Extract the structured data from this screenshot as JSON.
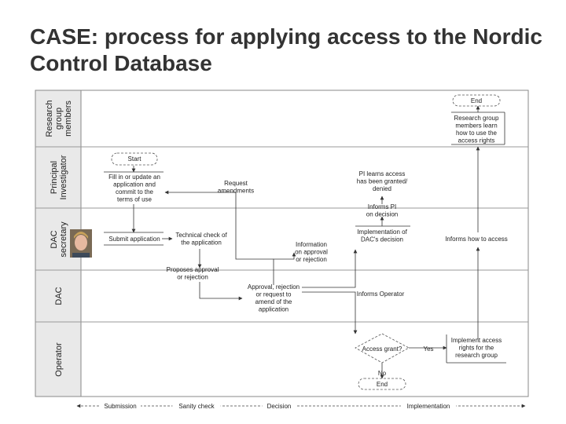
{
  "title": "CASE: process for applying access to the Nordic Control Database",
  "lanes": [
    [
      "Research",
      "group",
      "members"
    ],
    [
      "Principal",
      "Investigator"
    ],
    [
      "DAC",
      "secretary"
    ],
    [
      "DAC"
    ],
    [
      "Operator"
    ]
  ],
  "nodes": {
    "start": "Start",
    "end_top": "End",
    "end_bottom": "End",
    "fill_app": [
      "Fill in or update an",
      "application and",
      "commit to the",
      "terms of use"
    ],
    "request_amend": [
      "Request",
      "amendments"
    ],
    "pi_learns": [
      "PI learns access",
      "has been granted/",
      "denied"
    ],
    "informs_pi": [
      "Informs PI",
      "on decision"
    ],
    "research_learn": [
      "Research group",
      "members learn",
      "how to use the",
      "access rights"
    ],
    "submit_app": "Submit application",
    "tech_check": [
      "Technical check of",
      "the application"
    ],
    "info_approval": [
      "Information",
      "on approval",
      "or rejection"
    ],
    "impl_decision": [
      "Implementation of",
      "DAC's decision"
    ],
    "informs_how": "Informs how to access",
    "proposes": [
      "Proposes approval",
      "or rejection"
    ],
    "approval_rej": [
      "Approval, rejection",
      "or request to",
      "amend of the",
      "application"
    ],
    "informs_operator": "Informs Operator",
    "access_grant": "Access grant?",
    "yes": "Yes",
    "no": "No",
    "implement_access": [
      "Implement access",
      "rights for the",
      "research group"
    ]
  },
  "phases": [
    "Submission",
    "Sanity check",
    "Decision",
    "Implementation"
  ]
}
